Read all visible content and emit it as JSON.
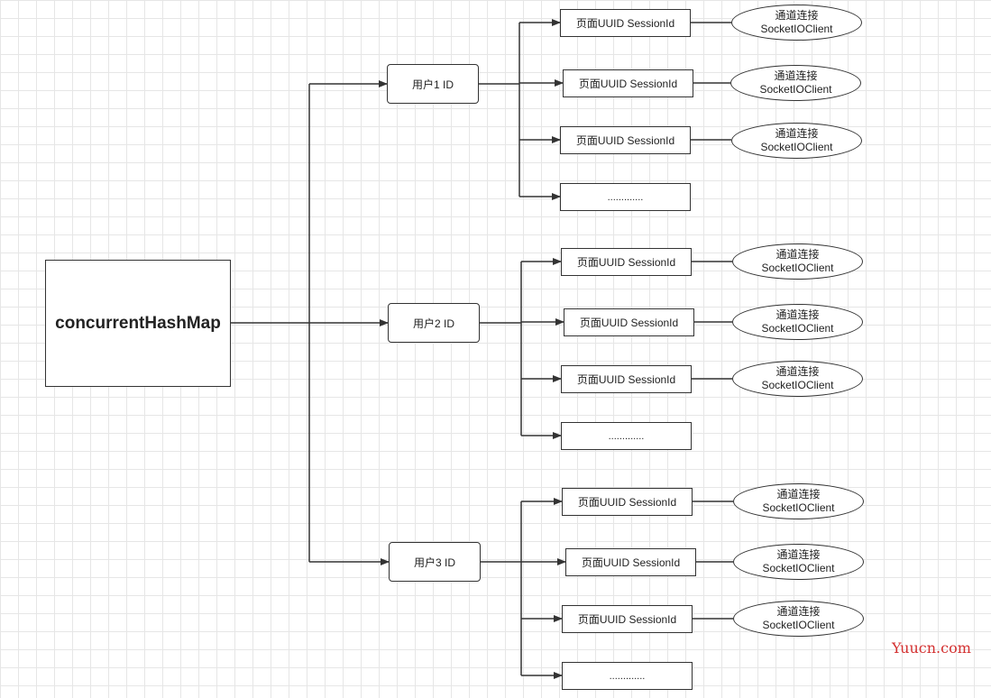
{
  "diagram": {
    "root": {
      "label": "concurrentHashMap"
    },
    "users": [
      {
        "label": "用户1 ID",
        "sessions": [
          {
            "page": "页面UUID SessionId",
            "conn": [
              "通道连接",
              "SocketIOClient"
            ]
          },
          {
            "page": "页面UUID SessionId",
            "conn": [
              "通道连接",
              "SocketIOClient"
            ]
          },
          {
            "page": "页面UUID SessionId",
            "conn": [
              "通道连接",
              "SocketIOClient"
            ]
          }
        ],
        "more": "............."
      },
      {
        "label": "用户2 ID",
        "sessions": [
          {
            "page": "页面UUID SessionId",
            "conn": [
              "通道连接",
              "SocketIOClient"
            ]
          },
          {
            "page": "页面UUID SessionId",
            "conn": [
              "通道连接",
              "SocketIOClient"
            ]
          },
          {
            "page": "页面UUID SessionId",
            "conn": [
              "通道连接",
              "SocketIOClient"
            ]
          }
        ],
        "more": "............."
      },
      {
        "label": "用户3 ID",
        "sessions": [
          {
            "page": "页面UUID SessionId",
            "conn": [
              "通道连接",
              "SocketIOClient"
            ]
          },
          {
            "page": "页面UUID SessionId",
            "conn": [
              "通道连接",
              "SocketIOClient"
            ]
          },
          {
            "page": "页面UUID SessionId",
            "conn": [
              "通道连接",
              "SocketIOClient"
            ]
          }
        ],
        "more": "............."
      }
    ]
  },
  "watermark": "Yuucn.com",
  "colors": {
    "stroke": "#333333",
    "grid": "#e6e6e6",
    "watermark": "#d32f2f"
  }
}
